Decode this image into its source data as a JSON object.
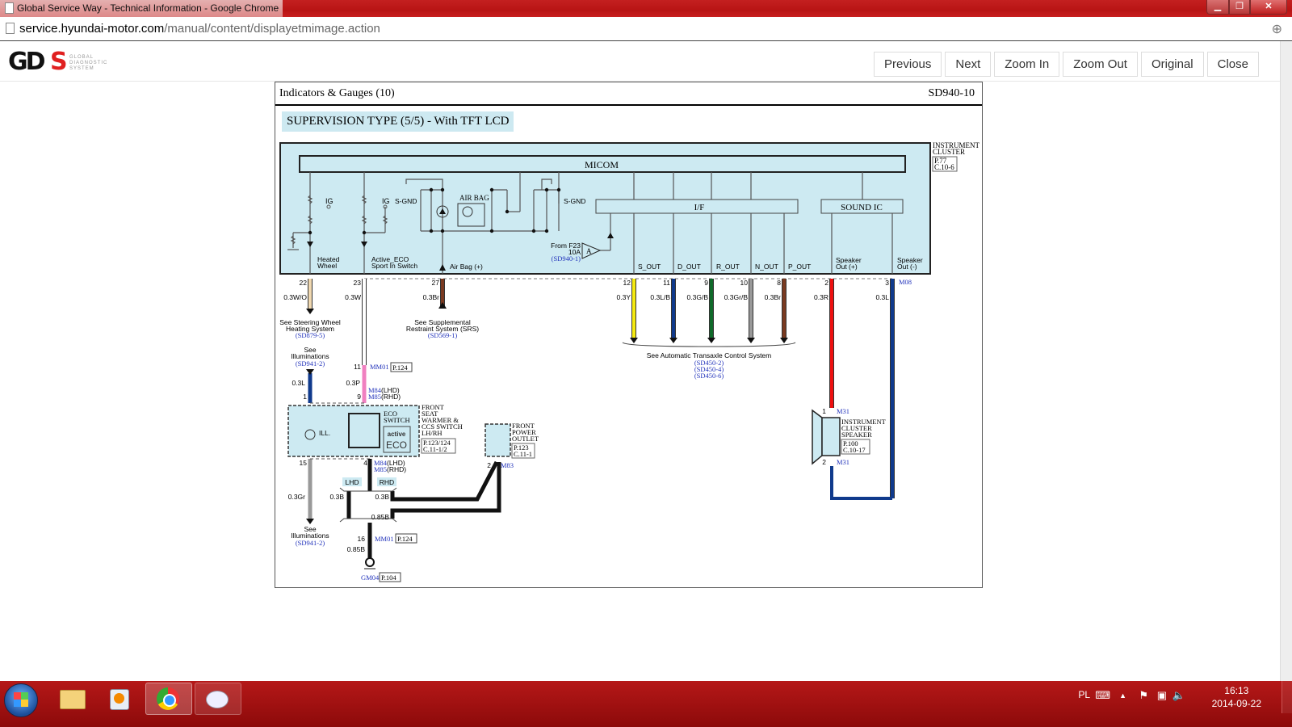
{
  "window": {
    "title": "Global Service Way - Technical Information - Google Chrome",
    "url_host": "service.hyundai-motor.com",
    "url_path": "/manual/content/displayetmimage.action"
  },
  "logo": {
    "mark": "GD",
    "mark_s": "S",
    "subtitle": [
      "GLOBAL",
      "DIAGNOSTIC",
      "SYSTEM"
    ]
  },
  "toolbar": {
    "previous": "Previous",
    "next": "Next",
    "zoom_in": "Zoom In",
    "zoom_out": "Zoom Out",
    "original": "Original",
    "close": "Close"
  },
  "sheet": {
    "title": "Indicators & Gauges (10)",
    "code": "SD940-10",
    "subtitle": "SUPERVISION TYPE (5/5) - With TFT LCD"
  },
  "diagram": {
    "micom": "MICOM",
    "if_block": "I/F",
    "sound_ic": "SOUND IC",
    "instrument_cluster": {
      "name": [
        "INSTRUMENT",
        "CLUSTER"
      ],
      "page": "P.77",
      "conn": "C.10-6"
    },
    "labels": {
      "ig1": "IG",
      "ig2": "IG",
      "sgnd1": "S-GND",
      "sgnd2": "S-GND",
      "airbag": "AIR BAG",
      "from_f23": "From F23",
      "fuse_amp": "10A",
      "fuse_ref": "(SD940-1)",
      "amp_a": "A",
      "heated_wheel": [
        "Heated",
        "Wheel"
      ],
      "active_eco": [
        "Active_ECO",
        "Sport In Switch"
      ],
      "airbag_plus": "Air Bag (+)",
      "s_out": "S_OUT",
      "d_out": "D_OUT",
      "r_out": "R_OUT",
      "n_out": "N_OUT",
      "p_out": "P_OUT",
      "spk_plus": [
        "Speaker",
        "Out (+)"
      ],
      "spk_minus": [
        "Speaker",
        "Out (-)"
      ],
      "conn_m08": "M08"
    },
    "pins": [
      {
        "pin": "22",
        "wire": "0.3W/O",
        "color": "#f0d8b0"
      },
      {
        "pin": "23",
        "wire": "0.3W",
        "color": "#ffffff"
      },
      {
        "pin": "27",
        "wire": "0.3Br",
        "color": "#7a3a20"
      },
      {
        "pin": "12",
        "wire": "0.3Y",
        "color": "#f5ea10"
      },
      {
        "pin": "11",
        "wire": "0.3L/B",
        "color": "#103a8c"
      },
      {
        "pin": "9",
        "wire": "0.3G/B",
        "color": "#0f6a2a"
      },
      {
        "pin": "10",
        "wire": "0.3Gr/B",
        "color": "#999999"
      },
      {
        "pin": "8",
        "wire": "0.3Br",
        "color": "#7a3a20"
      },
      {
        "pin": "2",
        "wire": "0.3R",
        "color": "#ee1010"
      },
      {
        "pin": "3",
        "wire": "0.3L",
        "color": "#103a8c"
      }
    ],
    "refs": {
      "steering": [
        "See Steering Wheel",
        "Heating System"
      ],
      "steering_ref": "(SD879-5)",
      "srs": [
        "See Supplemental",
        "Restraint System (SRS)"
      ],
      "srs_ref": "(SD569-1)",
      "illum_top": [
        "See",
        "Illuminations"
      ],
      "illum_top_ref": "(SD941-2)",
      "illum_bottom": [
        "See",
        "Illuminations"
      ],
      "illum_bottom_ref": "(SD941-2)",
      "atcs": "See Automatic Transaxle Control System",
      "atcs_refs": [
        "(SD450-2)",
        "(SD450-4)",
        "(SD450-6)"
      ]
    },
    "eco_branch": {
      "mm01_pin_top": "11",
      "mm01": "MM01",
      "mm01_page": "P.124",
      "wire_pink": "0.3P",
      "wire_blue": "0.3L",
      "pin_1": "1",
      "pin_9": "9",
      "m84": "M84",
      "m85": "M85",
      "lhd": "(LHD)",
      "rhd": "(RHD)",
      "ill": "ILL.",
      "eco_switch": [
        "ECO",
        "SWITCH"
      ],
      "eco_badge_top": "active",
      "eco_badge": "ECO",
      "seat_warmer": [
        "FRONT",
        "SEAT",
        "WARMER &",
        "CCS SWITCH",
        "LH/RH"
      ],
      "seat_warmer_page": "P.123/124",
      "seat_warmer_conn": "C.11-1/2",
      "pin_15": "15",
      "pin_4": "4",
      "wire_gray": "0.3Gr",
      "lhd_tag": "LHD",
      "rhd_tag": "RHD",
      "wire_b1": "0.3B",
      "wire_b2": "0.3B",
      "wire_b3": "0.85B",
      "pin_16": "16",
      "wire_b4": "0.85B",
      "gm04": "GM04",
      "gm04_page": "P.104",
      "power_outlet": [
        "FRONT",
        "POWER",
        "OUTLET"
      ],
      "power_outlet_page": "P.123",
      "power_outlet_conn": "C.11-1",
      "pin_2": "2",
      "m83": "M83"
    },
    "speaker": {
      "name": [
        "INSTRUMENT",
        "CLUSTER",
        "SPEAKER"
      ],
      "page": "P.100",
      "conn": "C.10-17",
      "pin1": "1",
      "pin2": "2",
      "conn_name": "M31"
    }
  },
  "taskbar": {
    "items": [
      "start",
      "file-explorer",
      "media-player",
      "chrome",
      "paint"
    ],
    "language": "PL",
    "time": "16:13",
    "date": "2014-09-22"
  }
}
